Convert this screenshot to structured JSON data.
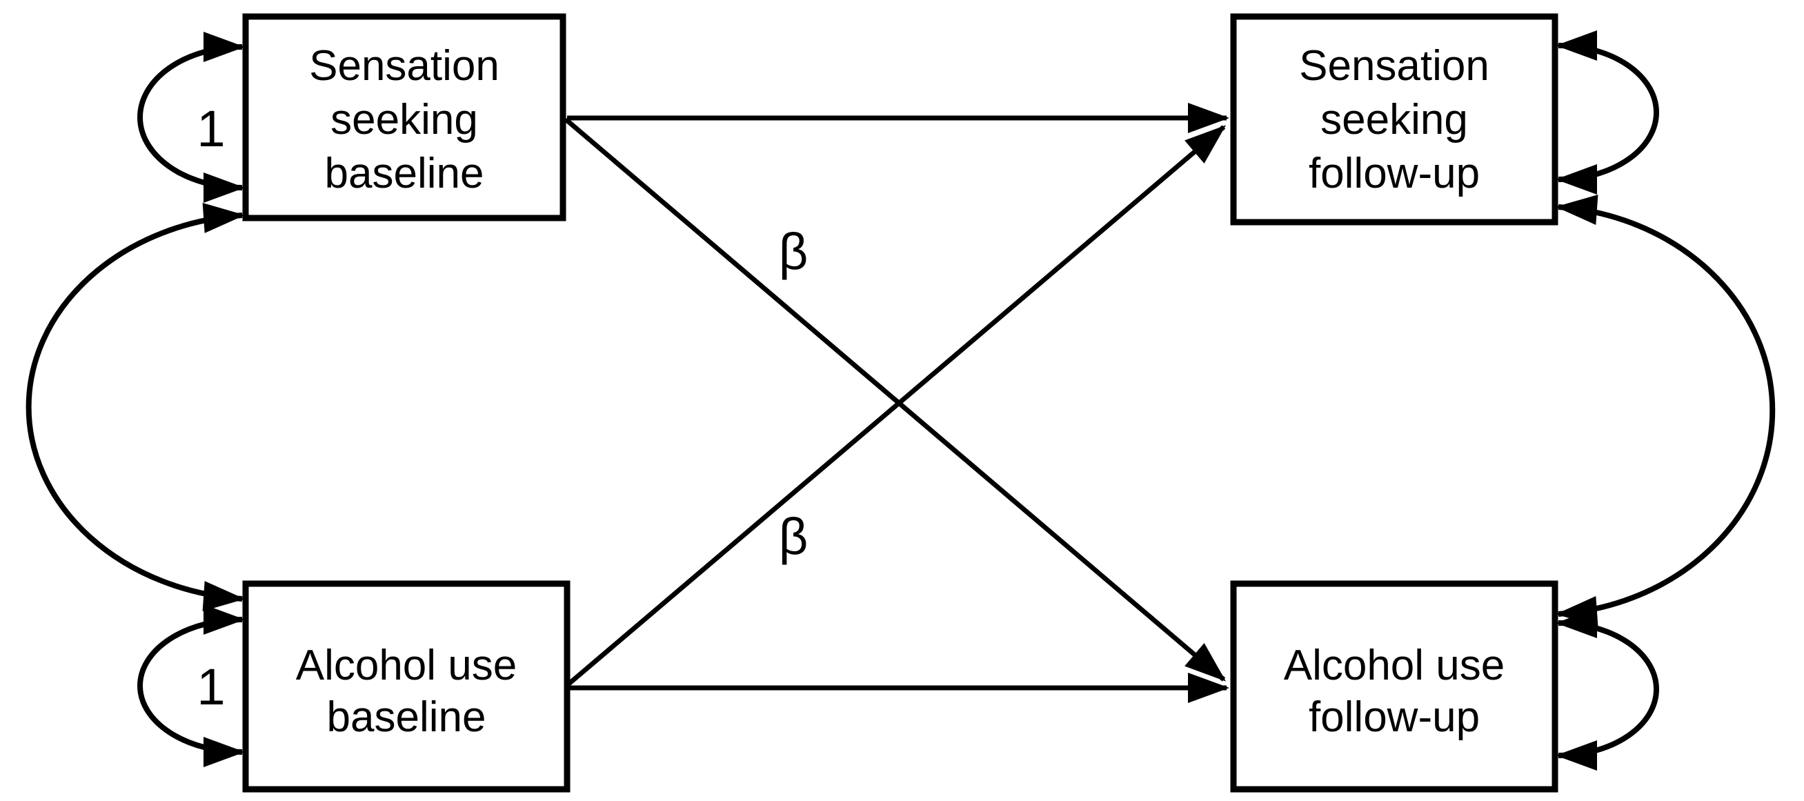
{
  "diagram": {
    "type": "cross-lagged panel model",
    "background_color": "#ffffff",
    "line_color": "#000000",
    "nodes": [
      {
        "id": "sensation-seeking-baseline",
        "lines": [
          "Sensation",
          "seeking",
          "baseline"
        ]
      },
      {
        "id": "sensation-seeking-followup",
        "lines": [
          "Sensation",
          "seeking",
          "follow-up"
        ]
      },
      {
        "id": "alcohol-use-baseline",
        "lines": [
          "Alcohol use",
          "baseline"
        ]
      },
      {
        "id": "alcohol-use-followup",
        "lines": [
          "Alcohol use",
          "follow-up"
        ]
      }
    ],
    "edges": [
      {
        "from": "sensation-seeking-baseline",
        "to": "sensation-seeking-followup",
        "style": "single-headed-arrow",
        "label": ""
      },
      {
        "from": "alcohol-use-baseline",
        "to": "alcohol-use-followup",
        "style": "single-headed-arrow",
        "label": ""
      },
      {
        "from": "sensation-seeking-baseline",
        "to": "alcohol-use-followup",
        "style": "single-headed-arrow",
        "label": "β"
      },
      {
        "from": "alcohol-use-baseline",
        "to": "sensation-seeking-followup",
        "style": "single-headed-arrow",
        "label": "β"
      },
      {
        "from": "sensation-seeking-baseline",
        "to": "alcohol-use-baseline",
        "style": "double-headed-curve",
        "label": ""
      },
      {
        "from": "sensation-seeking-followup",
        "to": "alcohol-use-followup",
        "style": "double-headed-curve",
        "label": ""
      },
      {
        "from": "sensation-seeking-baseline",
        "to": "sensation-seeking-baseline",
        "style": "variance-loop",
        "label": "1"
      },
      {
        "from": "alcohol-use-baseline",
        "to": "alcohol-use-baseline",
        "style": "variance-loop",
        "label": "1"
      },
      {
        "from": "sensation-seeking-followup",
        "to": "sensation-seeking-followup",
        "style": "variance-loop",
        "label": ""
      },
      {
        "from": "alcohol-use-followup",
        "to": "alcohol-use-followup",
        "style": "variance-loop",
        "label": ""
      }
    ]
  }
}
